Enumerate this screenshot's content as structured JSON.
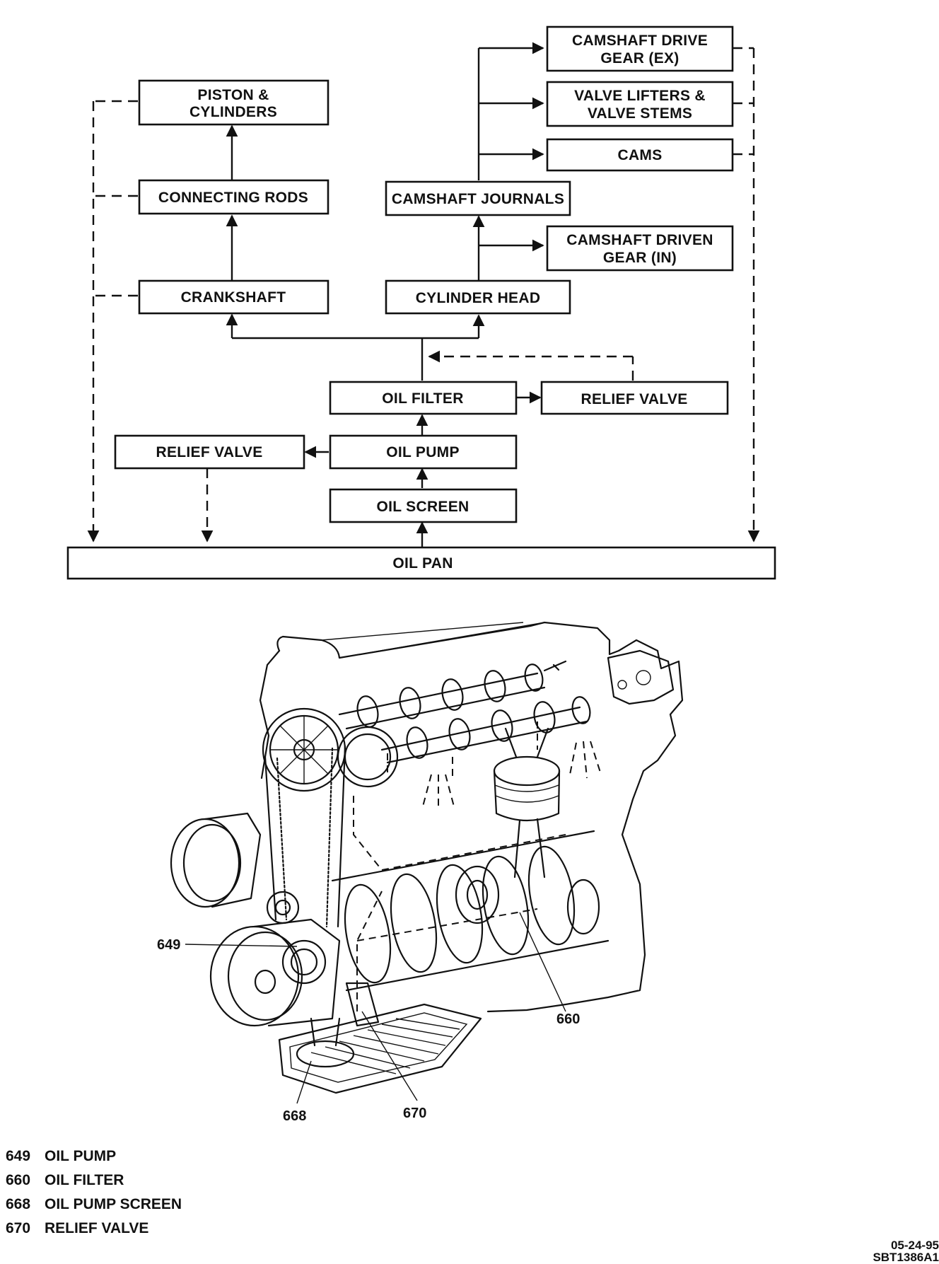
{
  "flowchart": {
    "boxes": {
      "piston_cylinders": [
        "PISTON &",
        "CYLINDERS"
      ],
      "connecting_rods": "CONNECTING RODS",
      "crankshaft": "CRANKSHAFT",
      "camshaft_drive_gear": [
        "CAMSHAFT DRIVE",
        "GEAR (EX)"
      ],
      "valve_lifters": [
        "VALVE LIFTERS &",
        "VALVE STEMS"
      ],
      "cams": "CAMS",
      "camshaft_journals": "CAMSHAFT JOURNALS",
      "camshaft_driven_gear": [
        "CAMSHAFT DRIVEN",
        "GEAR (IN)"
      ],
      "cylinder_head": "CYLINDER HEAD",
      "oil_filter": "OIL FILTER",
      "relief_valve_filter": "RELIEF VALVE",
      "relief_valve_pump": "RELIEF VALVE",
      "oil_pump": "OIL PUMP",
      "oil_screen": "OIL SCREEN",
      "oil_pan": "OIL PAN"
    }
  },
  "callouts": {
    "c649": "649",
    "c660": "660",
    "c668": "668",
    "c670": "670"
  },
  "legend": [
    {
      "num": "649",
      "label": "OIL PUMP"
    },
    {
      "num": "660",
      "label": "OIL FILTER"
    },
    {
      "num": "668",
      "label": "OIL PUMP SCREEN"
    },
    {
      "num": "670",
      "label": "RELIEF VALVE"
    }
  ],
  "stamp": {
    "date": "05-24-95",
    "code": "SBT1386A1"
  }
}
